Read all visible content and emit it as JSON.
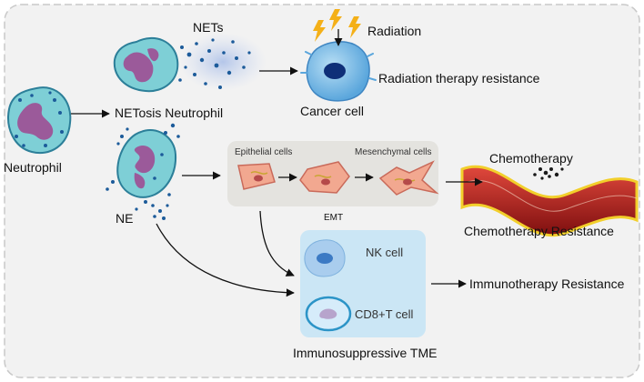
{
  "labels": {
    "neutrophil": "Neutrophil",
    "netosis_neutrophil": "NETosis Neutrophil",
    "nets": "NETs",
    "radiation": "Radiation",
    "cancer_cell": "Cancer cell",
    "radiation_resistance": "Radiation therapy resistance",
    "ne": "NE",
    "epithelial_cells": "Epithelial cells",
    "mesenchymal_cells": "Mesenchymal cells",
    "emt": "EMT",
    "chemotherapy": "Chemotherapy",
    "chemo_resistance": "Chemotherapy Resistance",
    "nk_cell": "NK cell",
    "cd8_t_cell": "CD8+T cell",
    "immunotherapy_resistance": "Immunotherapy Resistance",
    "immunosuppressive_tme": "Immunosuppressive TME"
  },
  "icons": [
    "lightning-icon",
    "neutrophil-icon",
    "cancer-cell-icon",
    "blood-vessel-icon",
    "nk-cell-icon",
    "t-cell-icon"
  ],
  "colors": {
    "background": "#f2f2f2",
    "cell_fill": "#7ecfd6",
    "nucleus": "#9b5a9a",
    "granule": "#1c5b9a",
    "emt_panel": "#e4e3df",
    "emt_cell": "#f2a890",
    "tme_panel": "#cbe6f5",
    "vessel_red": "#b51d1d",
    "lightning": "#f4b018"
  }
}
